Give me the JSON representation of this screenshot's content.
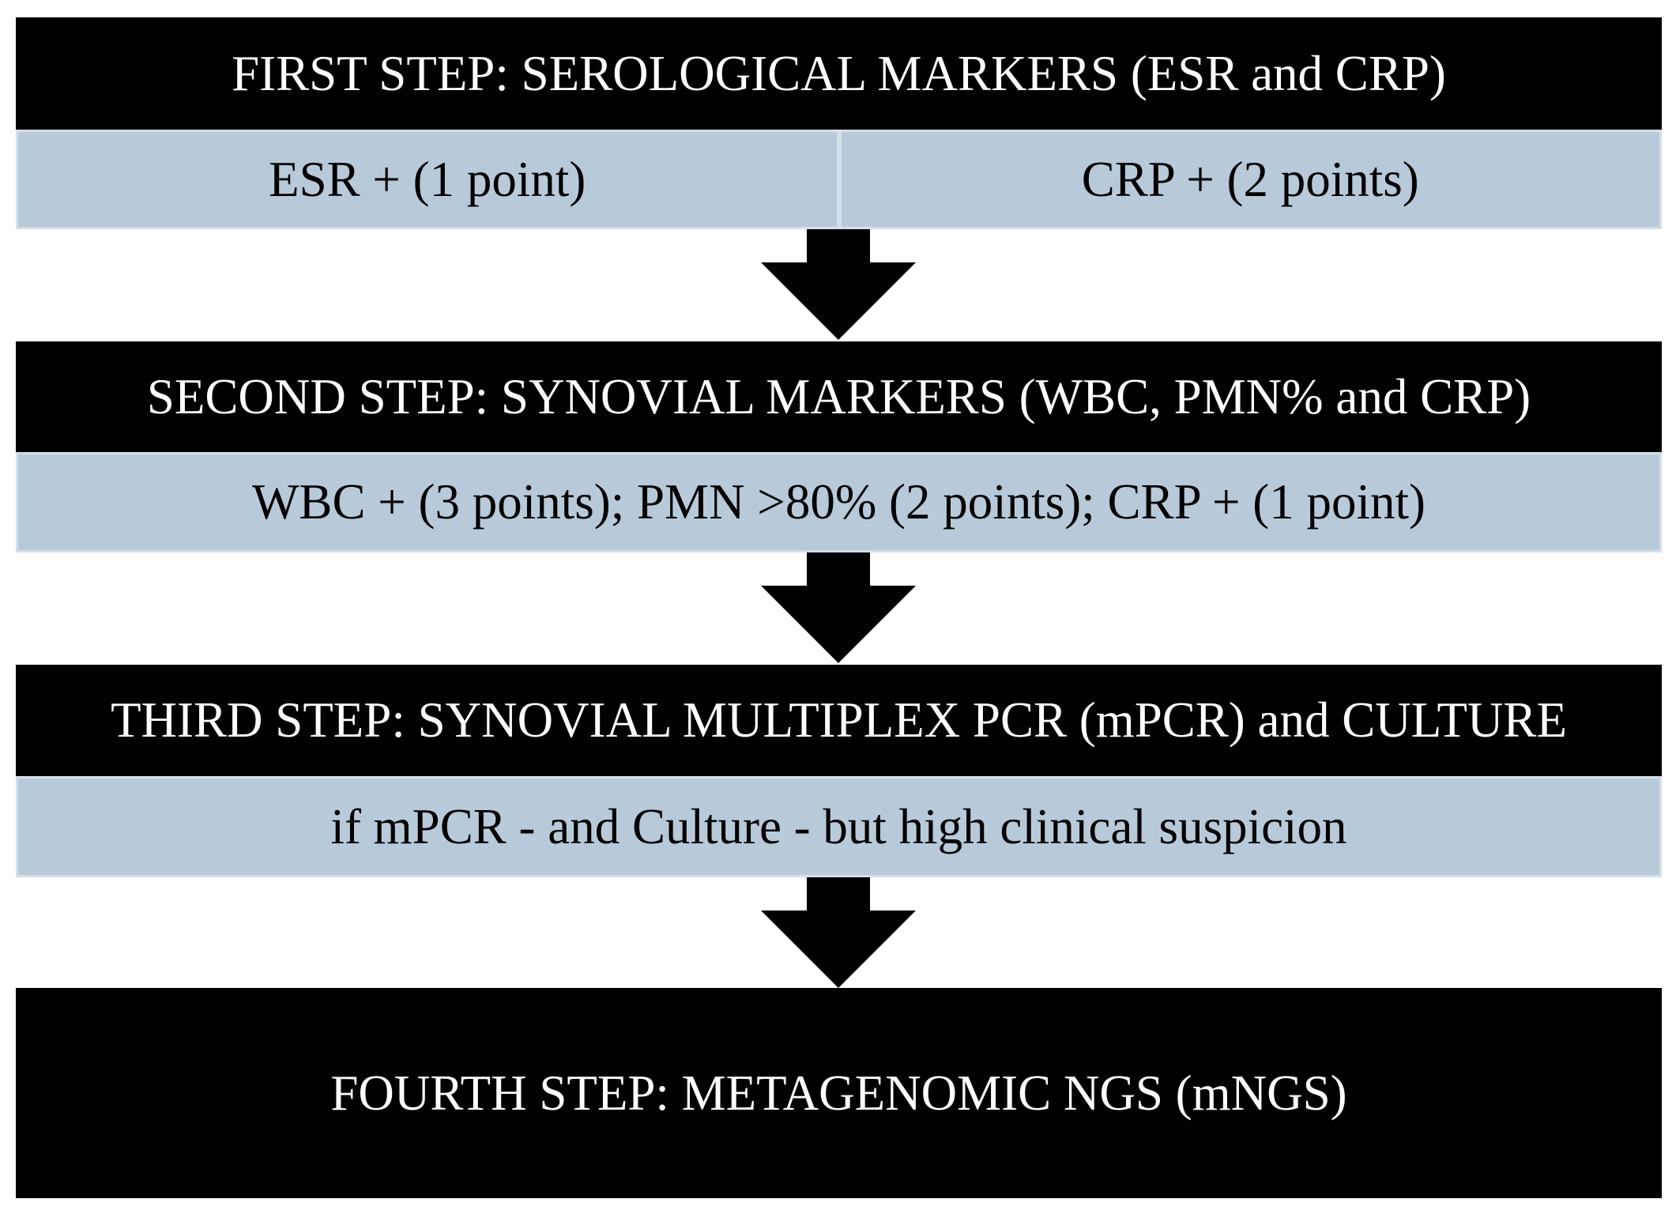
{
  "steps": [
    {
      "header": "FIRST STEP: SEROLOGICAL MARKERS (ESR and CRP)",
      "cells": [
        "ESR + (1 point)",
        "CRP + (2 points)"
      ]
    },
    {
      "header": "SECOND STEP: SYNOVIAL MARKERS (WBC, PMN% and CRP)",
      "detail": "WBC + (3 points); PMN >80% (2 points); CRP + (1 point)"
    },
    {
      "header": "THIRD STEP: SYNOVIAL MULTIPLEX PCR (mPCR) and CULTURE",
      "detail": "if mPCR - and Culture - but high clinical suspicion"
    },
    {
      "header": "FOURTH STEP: METAGENOMIC NGS (mNGS)"
    }
  ],
  "colors": {
    "header_bg": "#000000",
    "header_text": "#ffffff",
    "detail_bg": "#b8cad9",
    "arrow": "#000000"
  },
  "icons": [
    "down-arrow-icon",
    "down-arrow-icon",
    "down-arrow-icon"
  ]
}
